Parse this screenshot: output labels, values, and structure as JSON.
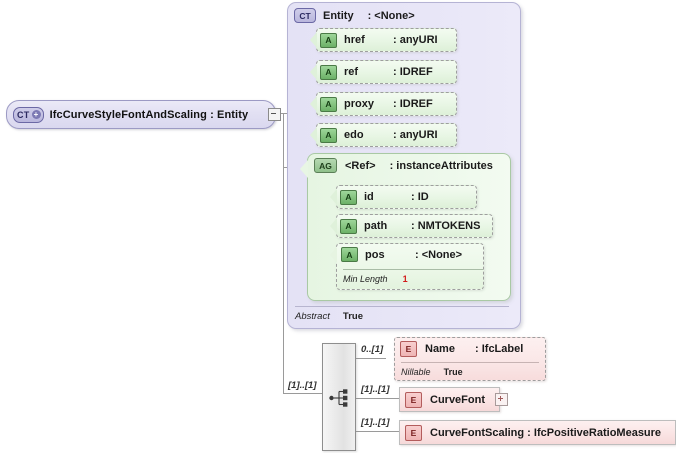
{
  "diagram": {
    "title": "IfcCurveStyleFontAndScaling XSD diagram",
    "root": {
      "badge": "CT",
      "badge_icon": "complextype-plus-icon",
      "label": "IfcCurveStyleFontAndScaling : Entity",
      "collapse_icon": "minus-box-icon"
    },
    "entity": {
      "badge": "CT",
      "name": "Entity",
      "type": ": <None>",
      "attributes": [
        {
          "badge": "A",
          "name": "href",
          "type": ": anyURI"
        },
        {
          "badge": "A",
          "name": "ref",
          "type": ": IDREF"
        },
        {
          "badge": "A",
          "name": "proxy",
          "type": ": IDREF"
        },
        {
          "badge": "A",
          "name": "edo",
          "type": ": anyURI"
        }
      ],
      "attribute_group": {
        "badge": "AG",
        "name": "<Ref>",
        "type": ": instanceAttributes",
        "attributes": [
          {
            "badge": "A",
            "name": "id",
            "type": ": ID"
          },
          {
            "badge": "A",
            "name": "path",
            "type": ": NMTOKENS"
          },
          {
            "badge": "A",
            "name": "pos",
            "type": ": <None>",
            "facet": {
              "key": "Min Length",
              "value": "1"
            }
          }
        ]
      },
      "footer": {
        "key": "Abstract",
        "value": "True"
      }
    },
    "sequence": {
      "icon": "sequence-compositor-icon",
      "cardinality": "[1]..[1]"
    },
    "elements": [
      {
        "badge": "E",
        "name": "Name",
        "type": ": IfcLabel",
        "cardinality": "0..[1]",
        "property": {
          "key": "Nillable",
          "value": "True"
        }
      },
      {
        "badge": "E",
        "name": "CurveFont",
        "type": "",
        "cardinality": "[1]..[1]",
        "expand_icon": "plus-box-icon"
      },
      {
        "badge": "E",
        "name": "CurveFontScaling : IfcPositiveRatioMeasure",
        "type": "",
        "cardinality": "[1]..[1]"
      }
    ]
  },
  "colors": {
    "complextype_fill": "#e2e0f3",
    "complextype_border": "#9c9ac4",
    "attribute_fill": "#e8f6e4",
    "attribute_border": "#9e9e9e",
    "attributegroup_fill": "#e6f5e2",
    "element_fill": "#fae4e4",
    "element_border": "#c9aaaa",
    "connector_line": "#9a9a9a",
    "facet_value": "#d21b1b"
  }
}
